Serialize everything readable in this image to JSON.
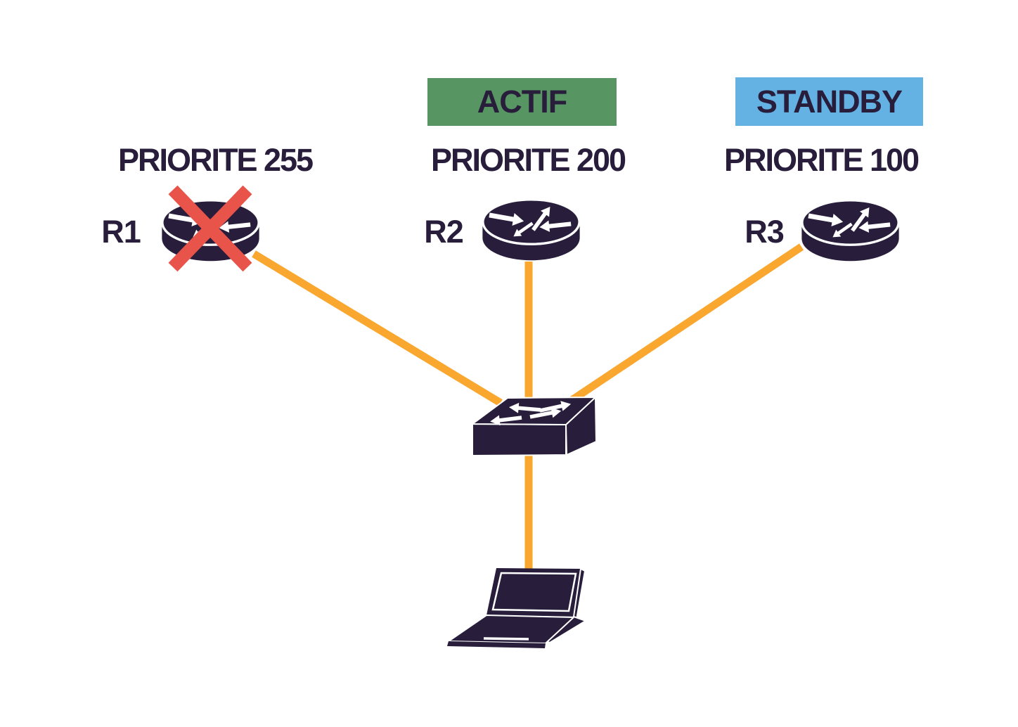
{
  "colors": {
    "background": "#FFFFFF",
    "device": "#281E3C",
    "link": "#F9A72F",
    "actif_badge": "#579663",
    "standby_badge": "#64B2E4",
    "failure_cross": "#E8544A",
    "text": "#281E3C"
  },
  "badges": {
    "actif": {
      "label": "ACTIF"
    },
    "standby": {
      "label": "STANDBY"
    }
  },
  "routers": [
    {
      "name": "R1",
      "priority": "PRIORITE 255",
      "status": "failed"
    },
    {
      "name": "R2",
      "priority": "PRIORITE 200",
      "status": "actif"
    },
    {
      "name": "R3",
      "priority": "PRIORITE 100",
      "status": "standby"
    }
  ],
  "devices": [
    {
      "name": "switch",
      "icon": "switch-icon"
    },
    {
      "name": "laptop",
      "icon": "laptop-icon"
    }
  ],
  "icons": {
    "router": "router-icon",
    "switch": "switch-icon",
    "laptop": "laptop-icon",
    "failure": "failure-cross-icon"
  },
  "links": [
    {
      "from": "R1",
      "to": "switch"
    },
    {
      "from": "R2",
      "to": "switch"
    },
    {
      "from": "R3",
      "to": "switch"
    },
    {
      "from": "switch",
      "to": "laptop"
    }
  ]
}
